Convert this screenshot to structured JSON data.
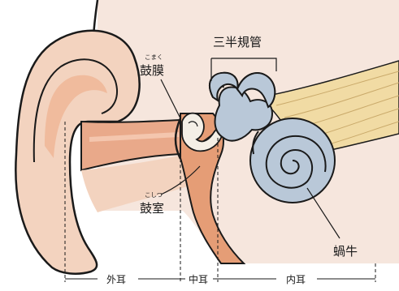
{
  "labels": {
    "eardrum": {
      "text": "鼓膜",
      "ruby": "こまく"
    },
    "semicircular_canals": {
      "text": "三半規管"
    },
    "tympanic_cavity": {
      "text": "鼓室",
      "ruby": "こしつ"
    },
    "cochlea": {
      "text": "蝸牛"
    }
  },
  "sections": [
    {
      "id": "outer",
      "text": "外耳"
    },
    {
      "id": "middle",
      "text": "中耳"
    },
    {
      "id": "inner",
      "text": "内耳"
    }
  ],
  "colors": {
    "skin": "#f3d3bf",
    "skin_shadow": "#eeb08f",
    "head_bg": "#f6e6dd",
    "canal": "#e9a98a",
    "middle_ear": "#e59d76",
    "inner_ear": "#b9c8d8",
    "nerve": "#f1dba4",
    "outline": "#1a1a1a"
  }
}
